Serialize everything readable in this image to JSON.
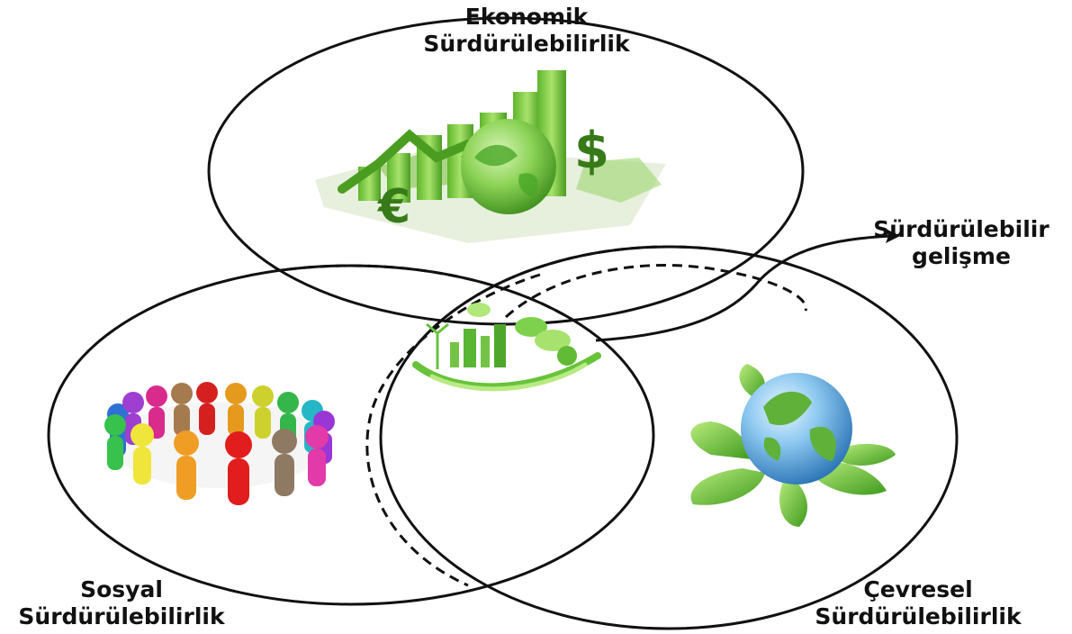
{
  "labels": {
    "economic": [
      "Ekonomik",
      "Sürdürülebilirlik"
    ],
    "social": [
      "Sosyal",
      "Sürdürülebilirlik"
    ],
    "environmental": [
      "Çevresel",
      "Sürdürülebilirlik"
    ],
    "sustainable_development": [
      "Sürdürülebilir",
      "gelişme"
    ]
  },
  "colors": {
    "circle_stroke": "#111111",
    "green_dark": "#3f8f1f",
    "green_light": "#8fd14f",
    "globe_blue": "#4a9fd8"
  },
  "icons": {
    "economic": "economy-growth-icon",
    "social": "people-circle-icon",
    "environmental": "earth-leaves-icon",
    "center": "green-city-icon"
  }
}
